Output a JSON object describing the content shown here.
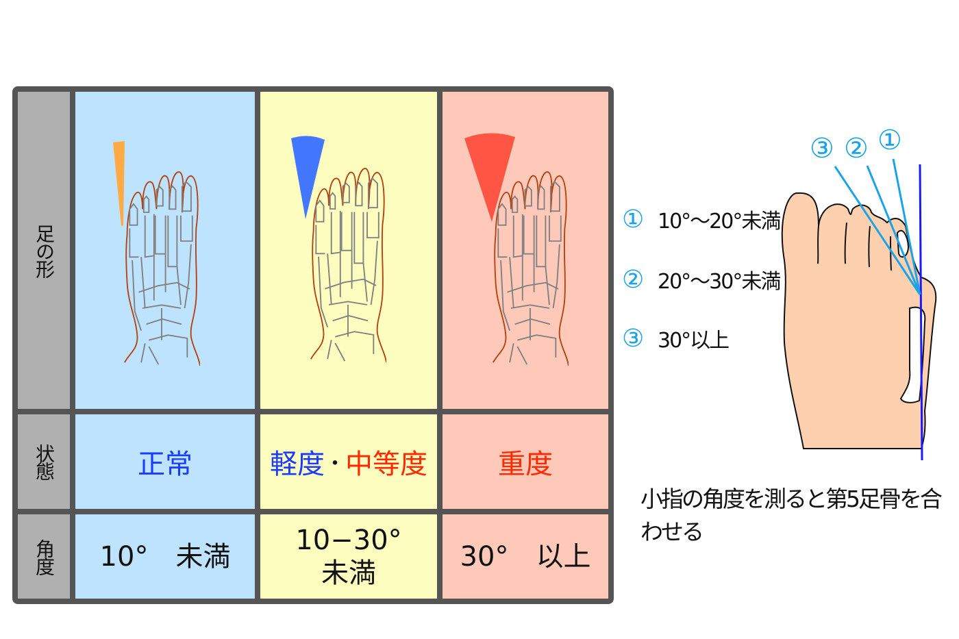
{
  "table": {
    "row_labels": [
      "足の形",
      "状態",
      "角度"
    ],
    "columns": [
      {
        "state": "正常",
        "state_color": "#1a3cff",
        "angle": "10°　未満",
        "wedge_color": "#ffaa44",
        "bg": "#bde3fe"
      },
      {
        "state_part1": "軽度",
        "state_part1_color": "#1a3cff",
        "separator": "・",
        "state_part2": "中等度",
        "state_part2_color": "#ff2a00",
        "angle_line1": "10−30°",
        "angle_line2": "未満",
        "wedge_color": "#4477ff",
        "bg": "#fefdc0"
      },
      {
        "state": "重度",
        "state_color": "#ff2a00",
        "angle": "30°　以上",
        "wedge_color": "#ff5544",
        "bg": "#fec9b9"
      }
    ]
  },
  "diagram": {
    "markers": [
      "①",
      "②",
      "③"
    ],
    "legend": [
      {
        "num": "①",
        "text": "10°～20°未満"
      },
      {
        "num": "②",
        "text": "20°～30°未満"
      },
      {
        "num": "③",
        "text": "30°以上"
      }
    ],
    "caption": "小指の角度を測ると第5足骨を合わせる",
    "line_color": "#1aa3e8",
    "axis_color": "#1a1aff",
    "skin_color": "#fdd0b0"
  }
}
